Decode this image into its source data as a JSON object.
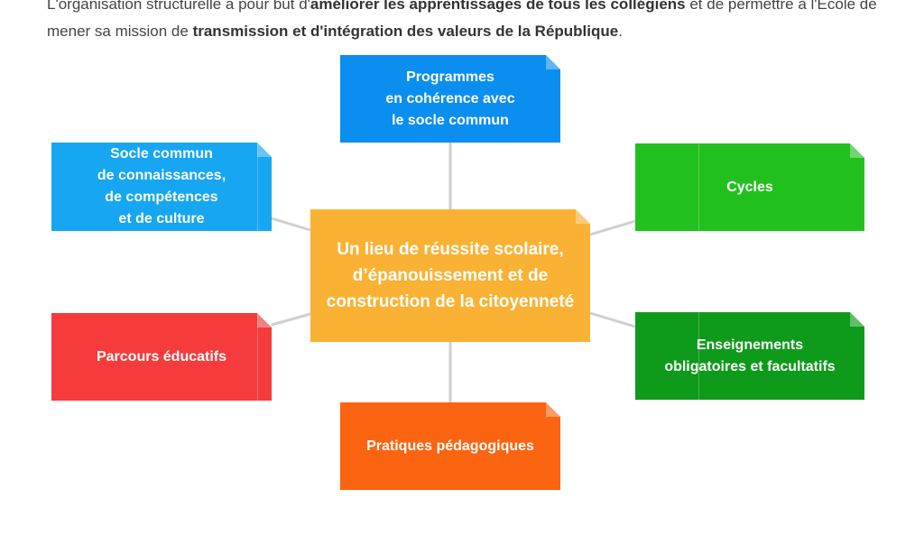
{
  "intro": {
    "line1_prefix": "L'organisation structurelle a pour but d'",
    "line1_bold": "améliorer les apprentissages de tous les collégiens",
    "line1_suffix": " et de permettre à l'École de",
    "line2_prefix": "mener sa mission de ",
    "line2_bold": "transmission et d'intégration des valeurs de la République",
    "line2_suffix": "."
  },
  "diagram": {
    "center": {
      "label": "Un lieu de réussite scolaire,\nd’épanouissement et de\nconstruction de la citoyenneté",
      "color": "#f9b233"
    },
    "nodes": {
      "programmes": {
        "label": "Programmes\nen cohérence avec\nle socle commun",
        "color": "#0a8ef0"
      },
      "socle": {
        "label": "Socle commun\nde connaissances,\nde compétences\net de culture",
        "color": "#16a6f2"
      },
      "cycles": {
        "label": "Cycles",
        "color": "#22c01e"
      },
      "parcours": {
        "label": "Parcours éducatifs",
        "color": "#f53b3b"
      },
      "enseignements": {
        "label": "Enseignements\nobligatoires et facultatifs",
        "color": "#0e9a1a"
      },
      "pratiques": {
        "label": "Pratiques pédagogiques",
        "color": "#fb6410"
      }
    },
    "connector_color": "#cfcfcf"
  }
}
